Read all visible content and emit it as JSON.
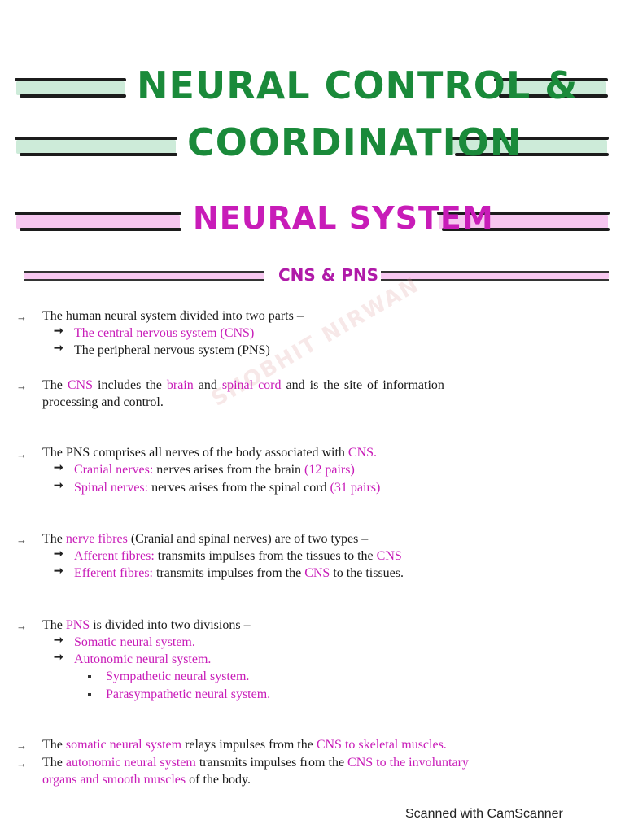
{
  "header": {
    "title_line1": "Neural Control &",
    "title_line2": "Coordination",
    "subtitle": "Neural System",
    "section_label": "CNS & PNS"
  },
  "colors": {
    "title_green": "#1a8a3a",
    "accent_magenta": "#c81cb8",
    "bar_green": "#cdebd9",
    "bar_pink": "#f6c6ef"
  },
  "watermark": "SHOBHIT NIRWAN",
  "bullets": {
    "b1": {
      "text": "The human neural system divided into two parts –",
      "sub1": "The central nervous system (CNS)",
      "sub2": "The peripheral nervous system (PNS)"
    },
    "b2": {
      "p1": "The ",
      "p2": "CNS",
      "p3": " includes the ",
      "p4": "brain",
      "p5": " and ",
      "p6": "spinal cord",
      "p7": " and is the site of information",
      "line2": "processing and control."
    },
    "b3": {
      "p1": "The PNS comprises all nerves of the body associated with ",
      "p2": "CNS.",
      "sub1_a": "Cranial nerves:",
      "sub1_b": " nerves arises from the brain ",
      "sub1_c": "(12 pairs)",
      "sub2_a": "Spinal nerves:",
      "sub2_b": " nerves arises from the spinal cord ",
      "sub2_c": "(31 pairs)"
    },
    "b4": {
      "p1": "The ",
      "p2": "nerve fibres",
      "p3": " (Cranial and spinal nerves) are of two types –",
      "sub1_a": "Afferent fibres:",
      "sub1_b": " transmits impulses from the tissues to the ",
      "sub1_c": "CNS",
      "sub2_a": "Efferent fibres:",
      "sub2_b": " transmits impulses from the ",
      "sub2_c": "CNS",
      "sub2_d": " to the tissues."
    },
    "b5": {
      "p1": "The ",
      "p2": "PNS",
      "p3": " is divided into two divisions –",
      "sub1": "Somatic neural system.",
      "sub2": "Autonomic neural system.",
      "sq1": "Sympathetic neural system.",
      "sq2": "Parasympathetic neural system."
    },
    "b6": {
      "p1": "The ",
      "p2": "somatic neural system",
      "p3": " relays impulses from the ",
      "p4": "CNS",
      "p5": " to skeletal muscles."
    },
    "b7": {
      "p1": "The ",
      "p2": "autonomic neural system",
      "p3": " transmits impulses from the ",
      "p4": "CNS",
      "p5": " to the involuntary",
      "line2_a": "organs and ",
      "line2_b": "smooth muscles",
      "line2_c": " of the body."
    }
  },
  "footer": "Scanned with CamScanner",
  "arrow_main": "→",
  "arrow_sub": "➞"
}
